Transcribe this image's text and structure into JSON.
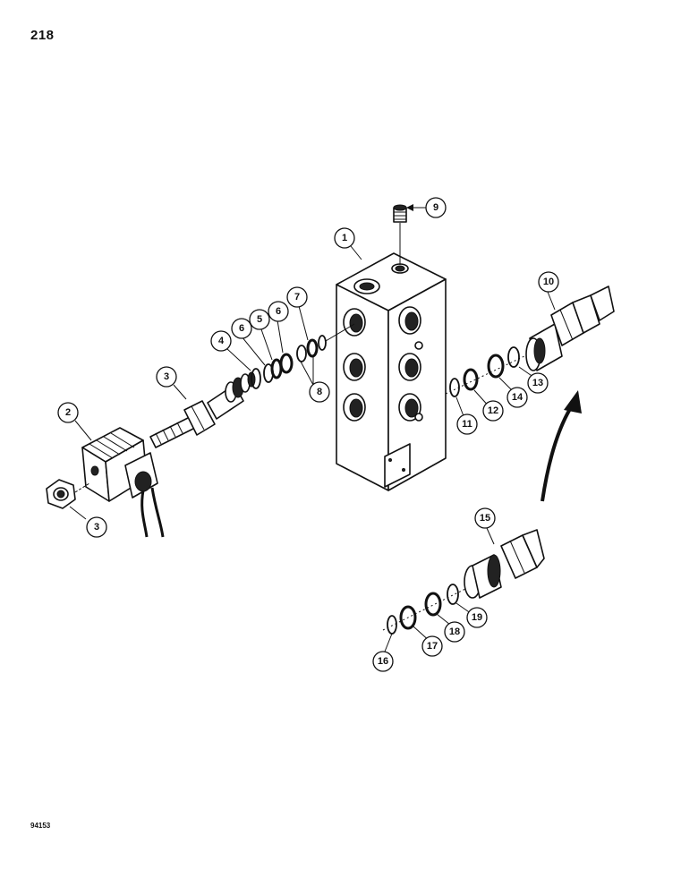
{
  "page": {
    "number": "218",
    "figure_id": "94153"
  },
  "callouts": [
    {
      "id": "c1",
      "label": "1"
    },
    {
      "id": "c2",
      "label": "2"
    },
    {
      "id": "c3a",
      "label": "3"
    },
    {
      "id": "c3b",
      "label": "3"
    },
    {
      "id": "c4",
      "label": "4"
    },
    {
      "id": "c5",
      "label": "5"
    },
    {
      "id": "c6a",
      "label": "6"
    },
    {
      "id": "c6b",
      "label": "6"
    },
    {
      "id": "c7",
      "label": "7"
    },
    {
      "id": "c8",
      "label": "8"
    },
    {
      "id": "c9",
      "label": "9"
    },
    {
      "id": "c10",
      "label": "10"
    },
    {
      "id": "c11",
      "label": "11"
    },
    {
      "id": "c12",
      "label": "12"
    },
    {
      "id": "c13",
      "label": "13"
    },
    {
      "id": "c14",
      "label": "14"
    },
    {
      "id": "c15",
      "label": "15"
    },
    {
      "id": "c16",
      "label": "16"
    },
    {
      "id": "c17",
      "label": "17"
    },
    {
      "id": "c18",
      "label": "18"
    },
    {
      "id": "c19",
      "label": "19"
    }
  ]
}
